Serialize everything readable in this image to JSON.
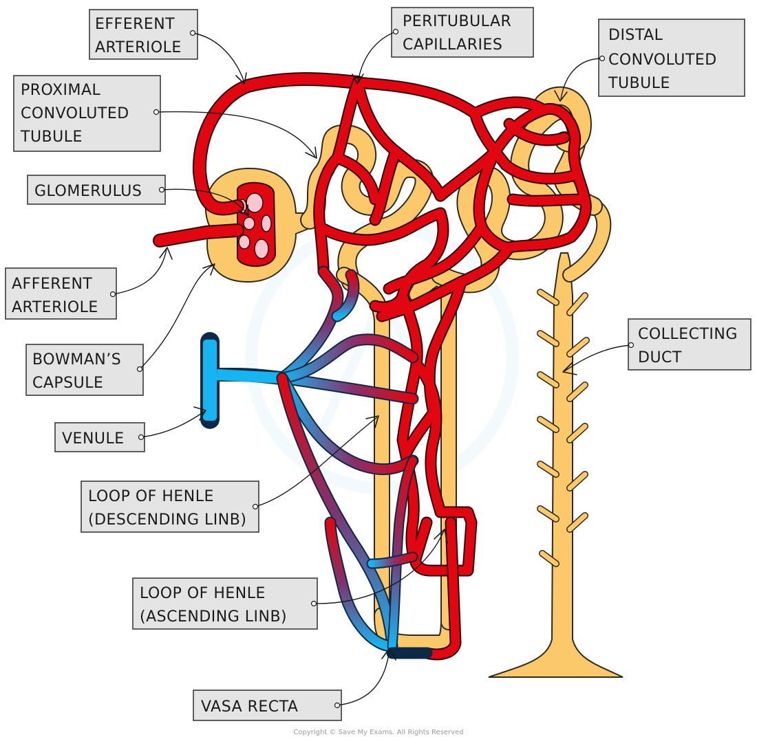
{
  "labels": {
    "efferent_arteriole": [
      "EFFERENT",
      "ARTERIOLE"
    ],
    "peritubular_capillaries": [
      "PERITUBULAR",
      "CAPILLARIES"
    ],
    "distal_convoluted_tubule": [
      "DISTAL",
      "CONVOLUTED",
      "TUBULE"
    ],
    "proximal_convoluted_tubule": [
      "PROXIMAL",
      "CONVOLUTED",
      "TUBULE"
    ],
    "glomerulus": [
      "GLOMERULUS"
    ],
    "afferent_arteriole": [
      "AFFERENT",
      "ARTERIOLE"
    ],
    "bowmans_capsule": [
      "BOWMAN’S",
      "CAPSULE"
    ],
    "collecting_duct": [
      "COLLECTING",
      "DUCT"
    ],
    "venule": [
      "VENULE"
    ],
    "loop_of_henle_descending": [
      "LOOP OF HENLE",
      "(DESCENDING LINB)"
    ],
    "loop_of_henle_ascending": [
      "LOOP OF HENLE",
      "(ASCENDING LINB)"
    ],
    "vasa_recta": [
      "VASA RECTA"
    ]
  },
  "copyright": "Copyright © Save My Exams. All Rights Reserved",
  "colors": {
    "artery": "#e1060f",
    "vein": "#16b4f0",
    "tubule": "#fbc969",
    "glomerulus_inner": "#f7c6cf",
    "label_box": "#e4e4e4"
  }
}
